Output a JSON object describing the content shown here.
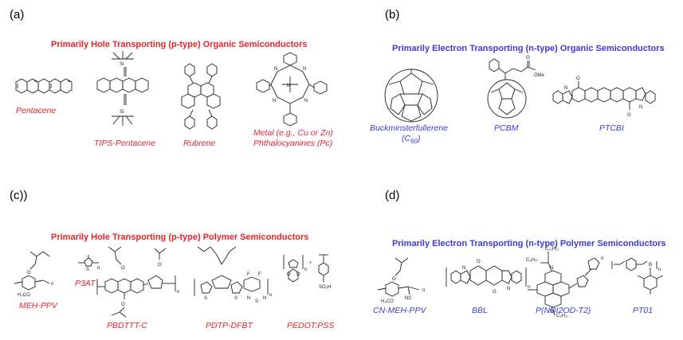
{
  "panels": {
    "a": {
      "label": "(a)",
      "title": "Primarily Hole Transporting (p-type) Organic Semiconductors",
      "molecules": [
        "Pentacene",
        "TIPS-Pentacene",
        "Rubrene",
        "Metal (e.g., Cu or Zn)",
        "Phthalocyanines (Pc)"
      ]
    },
    "b": {
      "label": "(b)",
      "title": "Primarily Electron Transporting (n-type) Organic Semiconductors",
      "molecules": [
        "Buckminsterfullerene",
        "(C",
        "60",
        ")",
        "PCBM",
        "PTCBI"
      ]
    },
    "c": {
      "label": "(c))",
      "title": "Primarily Hole Transporting (p-type) Polymer Semiconductors",
      "molecules": [
        "MEH-PPV",
        "P3AT",
        "PBDTTT-C",
        "PDTP-DFBT",
        "PEDOT:PSS"
      ]
    },
    "d": {
      "label": "(d)",
      "title": "Primarily Electron Transporting (n-type) Polymer Semiconductors",
      "molecules": [
        "CN-MEH-PPV",
        "BBL",
        "P(NDI2OD-T2)",
        "PT01"
      ]
    }
  },
  "colors": {
    "p_type": "#e8232a",
    "n_type": "#3b3bd6",
    "structure": "#222222"
  }
}
